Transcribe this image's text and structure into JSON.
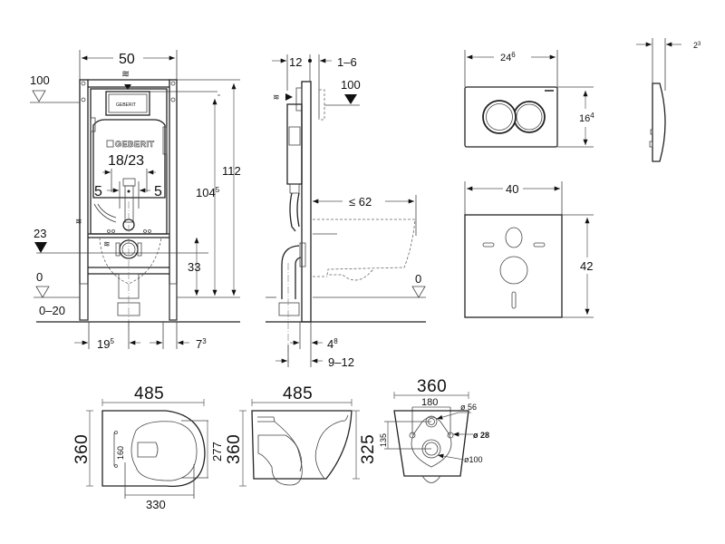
{
  "brand": "GEBERIT",
  "frame_front": {
    "width": "50",
    "capacity": "18/23",
    "level_top": "100",
    "level_drain": "23",
    "level_floor": "0",
    "floor_range": "0–20",
    "height_total": "112",
    "height_actuator_main": "104",
    "height_actuator_sup": "5",
    "height_drain": "33",
    "offset_left": "5",
    "offset_right": "5",
    "bottom_left_main": "19",
    "bottom_left_sup": "5",
    "bottom_right_main": "7",
    "bottom_right_sup": "3"
  },
  "frame_side": {
    "depth": "12",
    "wall_range": "1–6",
    "level_top": "100",
    "projection": "≤ 62",
    "level_floor": "0",
    "bottom_a_main": "4",
    "bottom_a_sup": "8",
    "bottom_b": "9–12"
  },
  "flush_plate": {
    "width_main": "24",
    "width_sup": "6",
    "height_main": "16",
    "height_sup": "4",
    "thickness_main": "2",
    "thickness_sup": "3"
  },
  "insulation_pad": {
    "width": "40",
    "height": "42"
  },
  "bowl_top": {
    "length": "485",
    "width": "360",
    "seat_width": "277",
    "seat_length": "330",
    "bolt_spacing": "160"
  },
  "bowl_side": {
    "length": "485",
    "height": "360",
    "rim_height": "325"
  },
  "bowl_back": {
    "width": "360",
    "bolt_spacing": "180",
    "inlet_dia": "ø 56",
    "bolt_dia": "ø 28",
    "outlet_dia": "ø100",
    "inlet_to_outlet": "135"
  }
}
